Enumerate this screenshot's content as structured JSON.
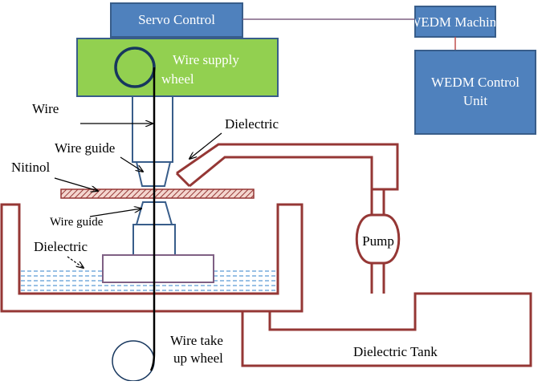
{
  "diagram": {
    "servo_control": "Servo Control",
    "wedm_machine": "WEDM Machine",
    "wedm_control_unit": [
      "WEDM Control",
      "Unit"
    ],
    "wire_supply_wheel": [
      "Wire supply",
      "wheel"
    ],
    "wire": "Wire",
    "dielectric_top": "Dielectric",
    "wire_guide_top": "Wire guide",
    "nitinol": "Nitinol",
    "wire_guide_bottom": "Wire guide",
    "dielectric_left": "Dielectric",
    "pump": "Pump",
    "wire_take_up_wheel": [
      "Wire take",
      "up wheel"
    ],
    "dielectric_tank": "Dielectric Tank"
  },
  "colors": {
    "box_blue": "#4f81bd",
    "box_blue_border": "#385d8a",
    "supply_green": "#92d050",
    "pipe_red": "#953735",
    "wire_navy": "#17375e",
    "connector_purple": "#7f6084",
    "fluid_blue": "#5b9bd5",
    "label_white": "#ffffff"
  }
}
